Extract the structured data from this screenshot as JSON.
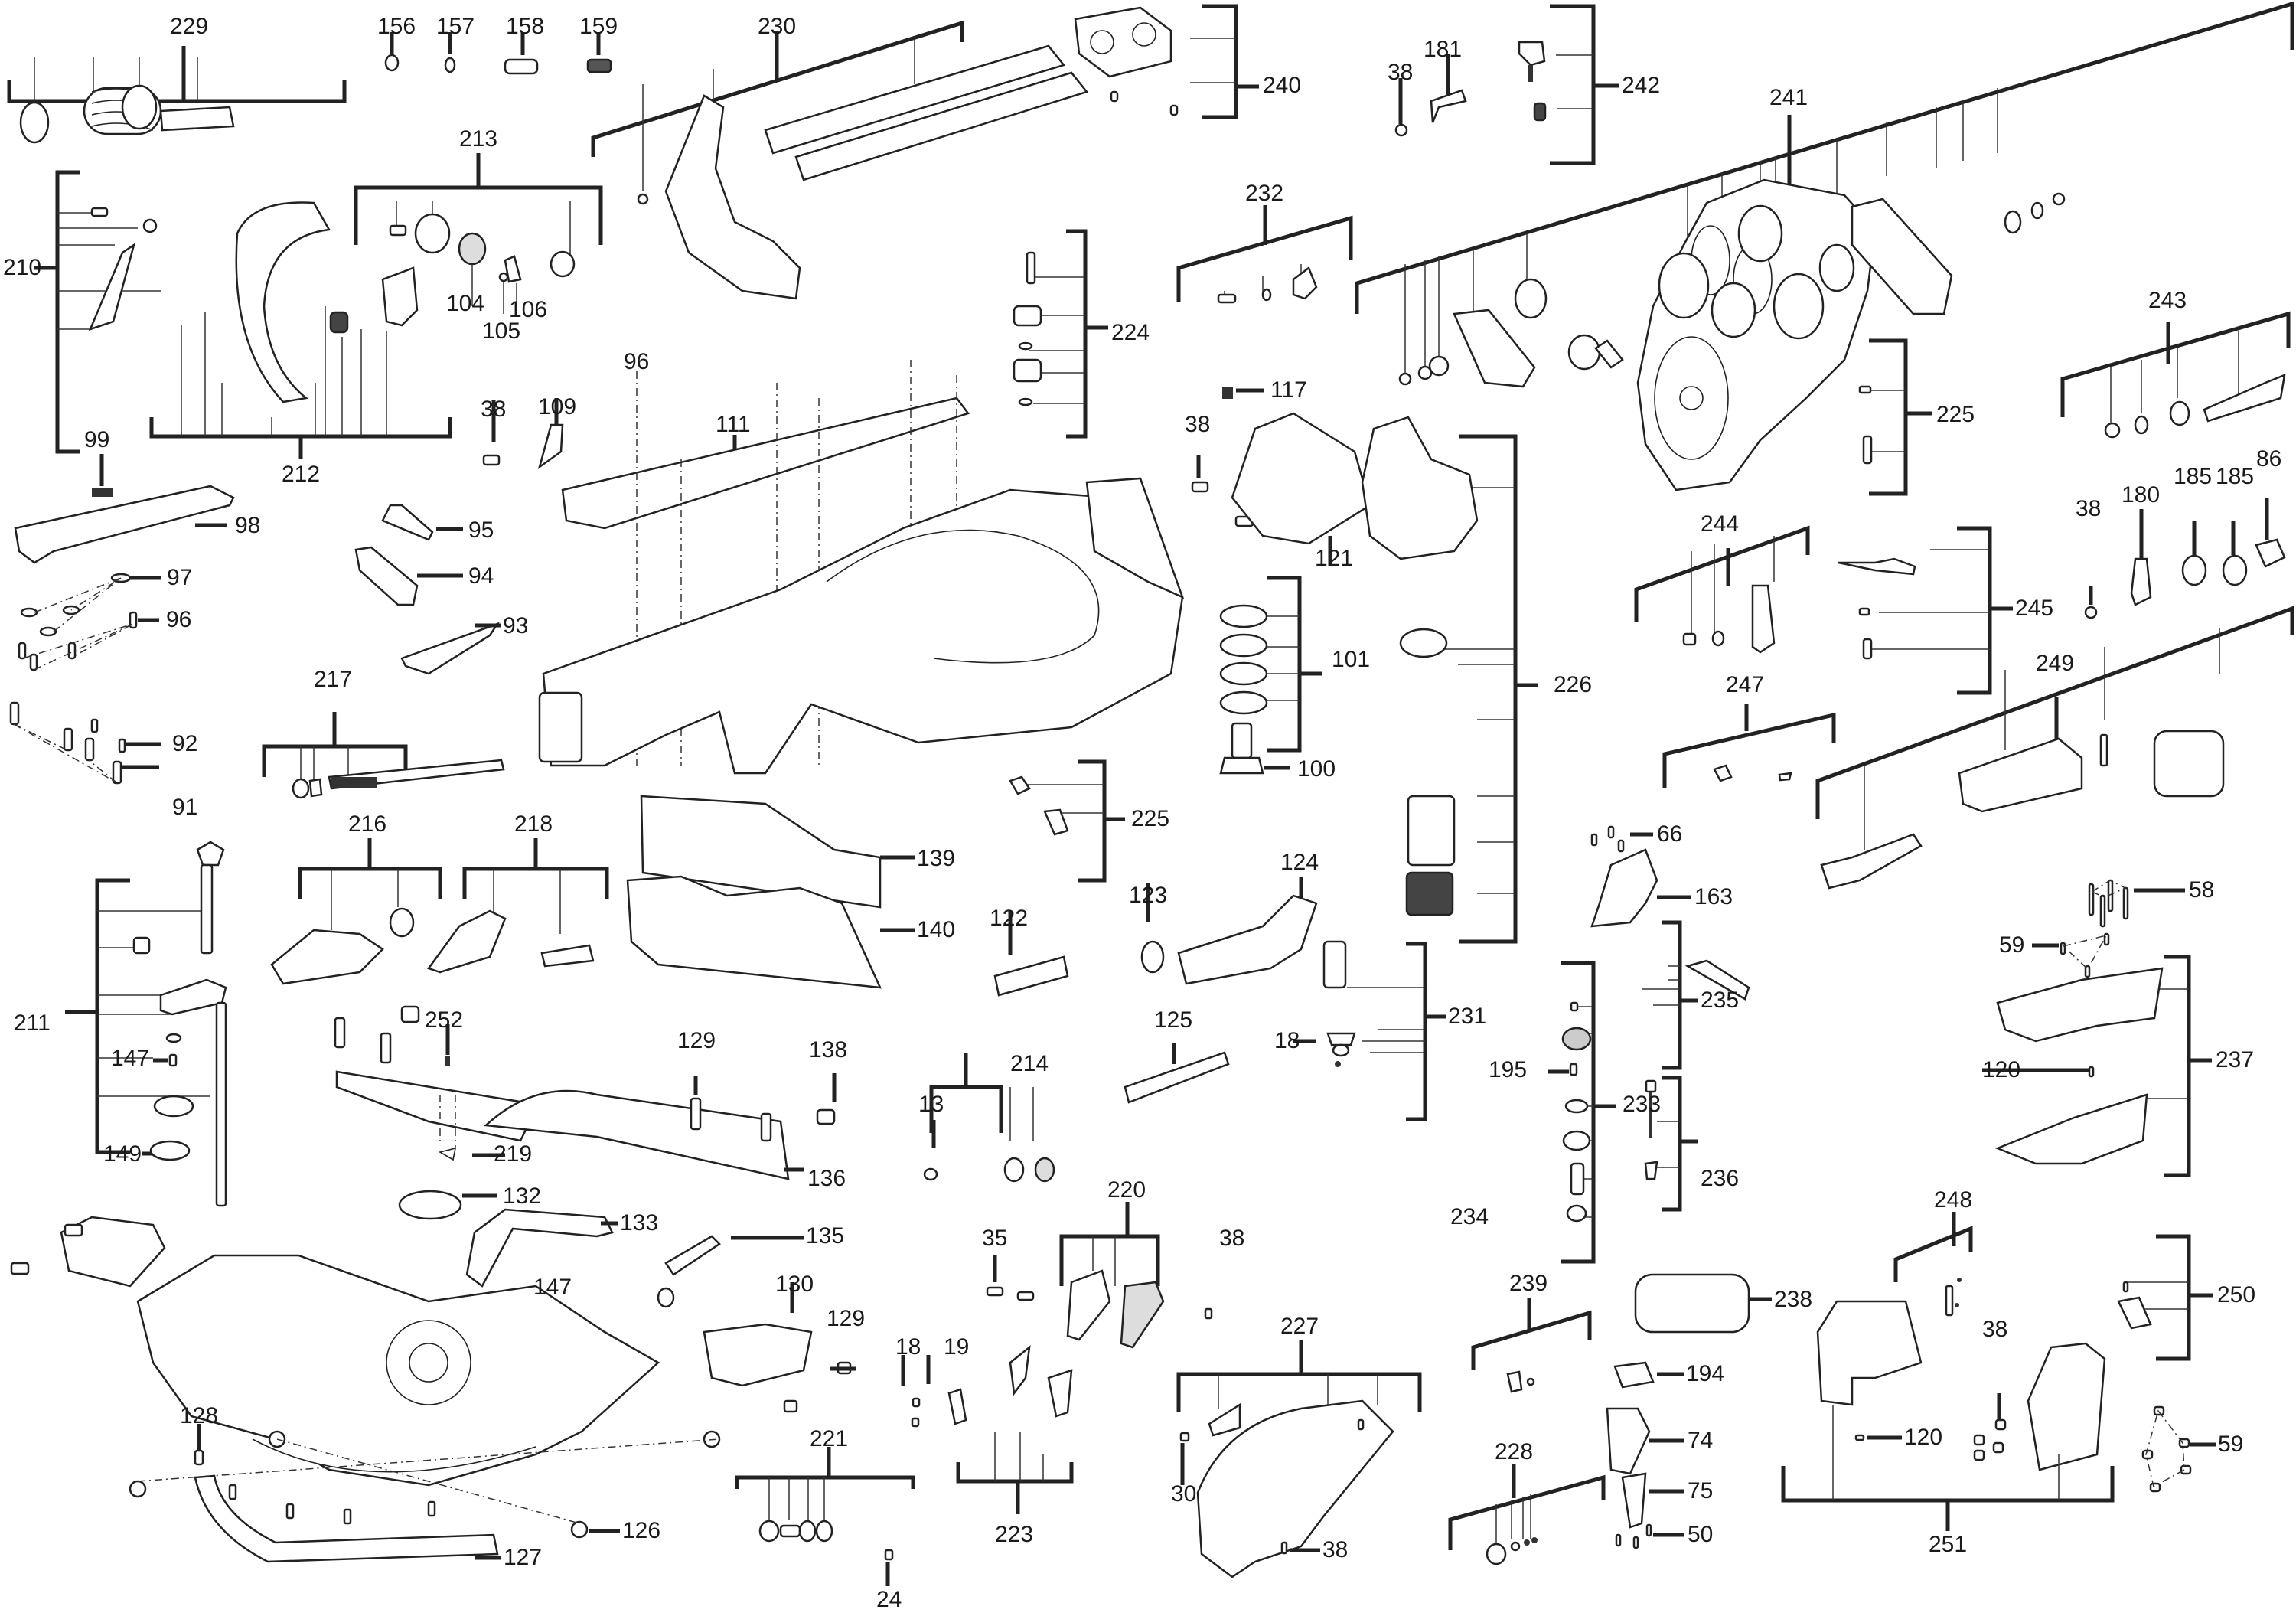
{
  "diagram": {
    "type": "exploded-parts-diagram",
    "subject": "miter saw assembly",
    "callouts": [
      {
        "id": "229",
        "label": "229"
      },
      {
        "id": "156",
        "label": "156"
      },
      {
        "id": "157",
        "label": "157"
      },
      {
        "id": "158",
        "label": "158"
      },
      {
        "id": "159",
        "label": "159"
      },
      {
        "id": "230",
        "label": "230"
      },
      {
        "id": "240",
        "label": "240"
      },
      {
        "id": "38a",
        "label": "38"
      },
      {
        "id": "181",
        "label": "181"
      },
      {
        "id": "242",
        "label": "242"
      },
      {
        "id": "241",
        "label": "241"
      },
      {
        "id": "213",
        "label": "213"
      },
      {
        "id": "210",
        "label": "210"
      },
      {
        "id": "104",
        "label": "104"
      },
      {
        "id": "106",
        "label": "106"
      },
      {
        "id": "105",
        "label": "105"
      },
      {
        "id": "232",
        "label": "232"
      },
      {
        "id": "224",
        "label": "224"
      },
      {
        "id": "243",
        "label": "243"
      },
      {
        "id": "212",
        "label": "212"
      },
      {
        "id": "99",
        "label": "99"
      },
      {
        "id": "38b",
        "label": "38"
      },
      {
        "id": "109",
        "label": "109"
      },
      {
        "id": "96a",
        "label": "96"
      },
      {
        "id": "111",
        "label": "111"
      },
      {
        "id": "117",
        "label": "117"
      },
      {
        "id": "38c",
        "label": "38"
      },
      {
        "id": "225a",
        "label": "225"
      },
      {
        "id": "98",
        "label": "98"
      },
      {
        "id": "95",
        "label": "95"
      },
      {
        "id": "121",
        "label": "121"
      },
      {
        "id": "38d",
        "label": "38"
      },
      {
        "id": "180",
        "label": "180"
      },
      {
        "id": "185a",
        "label": "185"
      },
      {
        "id": "185b",
        "label": "185"
      },
      {
        "id": "86",
        "label": "86"
      },
      {
        "id": "97",
        "label": "97"
      },
      {
        "id": "94",
        "label": "94"
      },
      {
        "id": "244",
        "label": "244"
      },
      {
        "id": "245",
        "label": "245"
      },
      {
        "id": "96b",
        "label": "96"
      },
      {
        "id": "93",
        "label": "93"
      },
      {
        "id": "101",
        "label": "101"
      },
      {
        "id": "226",
        "label": "226"
      },
      {
        "id": "247",
        "label": "247"
      },
      {
        "id": "249",
        "label": "249"
      },
      {
        "id": "217",
        "label": "217"
      },
      {
        "id": "92",
        "label": "92"
      },
      {
        "id": "100",
        "label": "100"
      },
      {
        "id": "91",
        "label": "91"
      },
      {
        "id": "225b",
        "label": "225"
      },
      {
        "id": "66",
        "label": "66"
      },
      {
        "id": "216",
        "label": "216"
      },
      {
        "id": "218",
        "label": "218"
      },
      {
        "id": "139",
        "label": "139"
      },
      {
        "id": "124",
        "label": "124"
      },
      {
        "id": "163",
        "label": "163"
      },
      {
        "id": "58",
        "label": "58"
      },
      {
        "id": "123",
        "label": "123"
      },
      {
        "id": "122",
        "label": "122"
      },
      {
        "id": "59a",
        "label": "59"
      },
      {
        "id": "140",
        "label": "140"
      },
      {
        "id": "235",
        "label": "235"
      },
      {
        "id": "231",
        "label": "231"
      },
      {
        "id": "211",
        "label": "211"
      },
      {
        "id": "252",
        "label": "252"
      },
      {
        "id": "125",
        "label": "125"
      },
      {
        "id": "18a",
        "label": "18"
      },
      {
        "id": "214",
        "label": "214"
      },
      {
        "id": "129a",
        "label": "129"
      },
      {
        "id": "138",
        "label": "138"
      },
      {
        "id": "147a",
        "label": "147"
      },
      {
        "id": "120a",
        "label": "120"
      },
      {
        "id": "237",
        "label": "237"
      },
      {
        "id": "195",
        "label": "195"
      },
      {
        "id": "233",
        "label": "233"
      },
      {
        "id": "13",
        "label": "13"
      },
      {
        "id": "149",
        "label": "149"
      },
      {
        "id": "219",
        "label": "219"
      },
      {
        "id": "136",
        "label": "136"
      },
      {
        "id": "236",
        "label": "236"
      },
      {
        "id": "132",
        "label": "132"
      },
      {
        "id": "133",
        "label": "133"
      },
      {
        "id": "220",
        "label": "220"
      },
      {
        "id": "234",
        "label": "234"
      },
      {
        "id": "135",
        "label": "135"
      },
      {
        "id": "35",
        "label": "35"
      },
      {
        "id": "38e",
        "label": "38"
      },
      {
        "id": "248",
        "label": "248"
      },
      {
        "id": "147b",
        "label": "147"
      },
      {
        "id": "239",
        "label": "239"
      },
      {
        "id": "130",
        "label": "130"
      },
      {
        "id": "238",
        "label": "238"
      },
      {
        "id": "250",
        "label": "250"
      },
      {
        "id": "129b",
        "label": "129"
      },
      {
        "id": "227",
        "label": "227"
      },
      {
        "id": "38f",
        "label": "38"
      },
      {
        "id": "18b",
        "label": "18"
      },
      {
        "id": "19",
        "label": "19"
      },
      {
        "id": "194",
        "label": "194"
      },
      {
        "id": "128",
        "label": "128"
      },
      {
        "id": "221",
        "label": "221"
      },
      {
        "id": "74",
        "label": "74"
      },
      {
        "id": "228",
        "label": "228"
      },
      {
        "id": "30",
        "label": "30"
      },
      {
        "id": "120b",
        "label": "120"
      },
      {
        "id": "59b",
        "label": "59"
      },
      {
        "id": "75",
        "label": "75"
      },
      {
        "id": "126",
        "label": "126"
      },
      {
        "id": "223",
        "label": "223"
      },
      {
        "id": "38g",
        "label": "38"
      },
      {
        "id": "50",
        "label": "50"
      },
      {
        "id": "127",
        "label": "127"
      },
      {
        "id": "251",
        "label": "251"
      },
      {
        "id": "24",
        "label": "24"
      }
    ]
  }
}
